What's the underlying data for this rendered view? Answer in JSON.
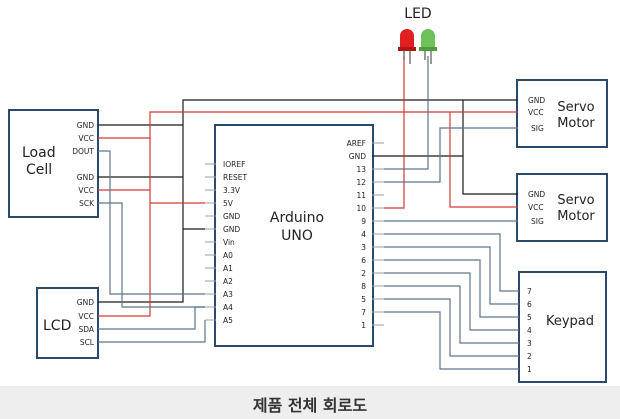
{
  "caption": "제품 전체 회로도",
  "led_label": "LED",
  "colors": {
    "wire_black": "#1a1a1a",
    "wire_red": "#d03a3a",
    "wire_blue": "#5c7690",
    "wire_gray": "#9aa0a6",
    "led_red": "#e02020",
    "led_green": "#6fc15a",
    "box_border": "#2b4a6b"
  },
  "components": {
    "load_cell": {
      "title_line1": "Load",
      "title_line2": "Cell",
      "pins": [
        "GND",
        "VCC",
        "DOUT",
        "GND",
        "VCC",
        "SCK"
      ]
    },
    "lcd": {
      "title": "LCD",
      "pins": [
        "GND",
        "VCC",
        "SDA",
        "SCL"
      ]
    },
    "arduino": {
      "title_line1": "Arduino",
      "title_line2": "UNO",
      "left_pins": [
        "IOREF",
        "RESET",
        "3.3V",
        "5V",
        "GND",
        "GND",
        "Vin",
        "A0",
        "A1",
        "A2",
        "A3",
        "A4",
        "A5"
      ],
      "right_pins": [
        "AREF",
        "GND",
        "13",
        "12",
        "11",
        "10",
        "9",
        "4",
        "3",
        "6",
        "2",
        "8",
        "5",
        "7",
        "1"
      ]
    },
    "servo1": {
      "title_line1": "Servo",
      "title_line2": "Motor",
      "pins": [
        "GND",
        "VCC",
        "SIG"
      ]
    },
    "servo2": {
      "title_line1": "Servo",
      "title_line2": "Motor",
      "pins": [
        "GND",
        "VCC",
        "SIG"
      ]
    },
    "keypad": {
      "title": "Keypad",
      "pins": [
        "7",
        "6",
        "5",
        "4",
        "3",
        "2",
        "1"
      ]
    }
  }
}
